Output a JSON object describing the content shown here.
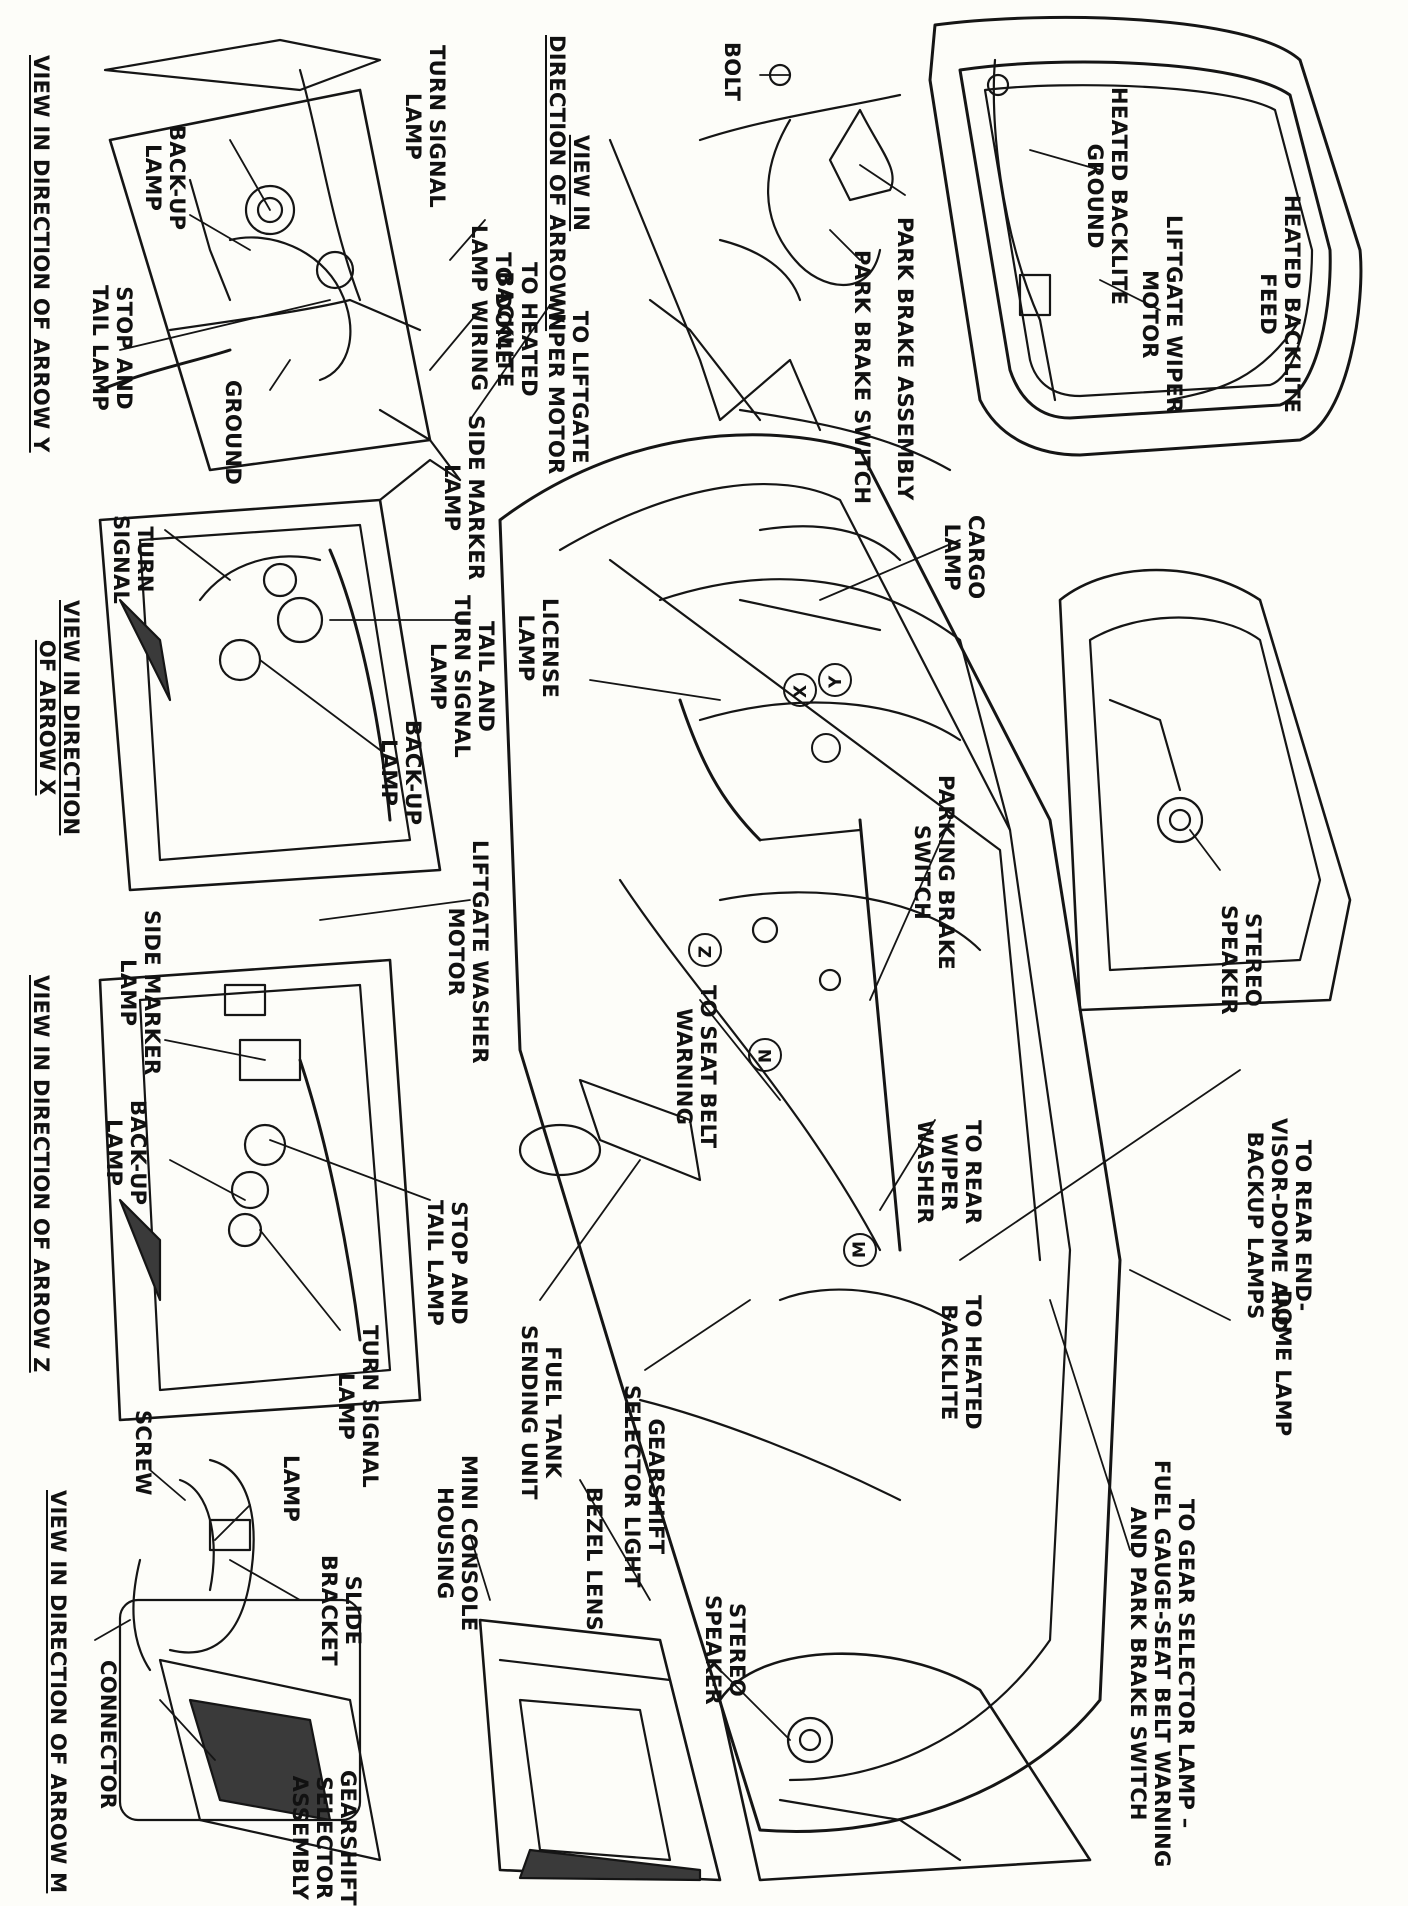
{
  "labels": {
    "heated_backlite_feed": [
      "HEATED BACKLITE",
      "FEED"
    ],
    "liftgate_wiper_motor": [
      "LIFTGATE WIPER",
      "MOTOR"
    ],
    "heated_backlite_ground": [
      "HEATED BACKLITE",
      "GROUND"
    ],
    "bolt": "BOLT",
    "park_brake_assembly": "PARK BRAKE ASSEMBLY",
    "park_brake_switch": "PARK BRAKE SWITCH",
    "view_in_direction_of_arrow_n": [
      "VIEW IN",
      "DIRECTION OF ARROW N"
    ],
    "to_dome_lamp_wiring": [
      "TO DOME",
      "LAMP WIRING"
    ],
    "to_heated_backlite": [
      "TO HEATED",
      "BACKLITE"
    ],
    "to_liftgate_wiper_motor": [
      "TO LIFTGATE",
      "WIPER MOTOR"
    ],
    "turn_signal_lamp_y": [
      "TURN SIGNAL",
      "LAMP"
    ],
    "back_up_lamp_y": [
      "BACK-UP",
      "LAMP"
    ],
    "stop_and_tail_lamp_y": [
      "STOP AND",
      "TAIL LAMP"
    ],
    "ground": "GROUND",
    "side_marker_lamp_n": [
      "SIDE MARKER",
      "LAMP"
    ],
    "view_in_direction_of_arrow_y": "VIEW IN DIRECTION OF ARROW Y",
    "cargo_lamp": [
      "CARGO",
      "LAMP"
    ],
    "license_lamp": [
      "LICENSE",
      "LAMP"
    ],
    "tail_and_turn_signal_lamp": [
      "TAIL AND",
      "TURN SIGNAL",
      "LAMP"
    ],
    "turn_signal_x": [
      "TURN",
      "SIGNAL"
    ],
    "back_up_lamp_x": [
      "BACK-UP",
      "LAMP"
    ],
    "view_in_direction_of_arrow_x": [
      "VIEW IN DIRECTION",
      "OF ARROW X"
    ],
    "parking_brake_switch": [
      "PARKING BRAKE",
      "SWITCH"
    ],
    "stereo_speaker_top": [
      "STEREO",
      "SPEAKER"
    ],
    "liftgate_washer_motor": [
      "LIFTGATE WASHER",
      "MOTOR"
    ],
    "side_marker_lamp_z": [
      "SIDE MARKER",
      "LAMP"
    ],
    "back_up_lamp_z": [
      "BACK-UP",
      "LAMP"
    ],
    "stop_and_tail_lamp_z": [
      "STOP AND",
      "TAIL LAMP"
    ],
    "turn_signal_lamp_z": [
      "TURN SIGNAL",
      "LAMP"
    ],
    "view_in_direction_of_arrow_z": "VIEW IN DIRECTION OF ARROW Z",
    "to_seat_belt_warning": [
      "TO SEAT BELT",
      "WARNING"
    ],
    "to_rear_wiper_washer": [
      "TO REAR",
      "WIPER",
      "WASHER"
    ],
    "to_rear_end_visor": [
      "TO REAR END-",
      "VISOR-DOME AND",
      "BACKUP LAMPS"
    ],
    "fuel_tank_sending_unit": [
      "FUEL TANK",
      "SENDING UNIT"
    ],
    "dome_lamp": "DOME LAMP",
    "to_heated_backlite_main": [
      "TO HEATED",
      "BACKLITE"
    ],
    "to_gear_selector_lamp": [
      "TO GEAR SELECTOR LAMP –",
      "FUEL GAUGE-SEAT BELT WARNING",
      "AND PARK BRAKE SWITCH"
    ],
    "gearshift_selector_light": [
      "GEARSHIFT",
      "SELECTOR LIGHT"
    ],
    "bezel_lens": "BEZEL LENS",
    "mini_console_housing": [
      "MINI CONSOLE",
      "HOUSING"
    ],
    "stereo_speaker_bottom": [
      "STEREO",
      "SPEAKER"
    ],
    "screw": "SCREW",
    "lamp": "LAMP",
    "slide_bracket": [
      "SLIDE",
      "BRACKET"
    ],
    "connector": "CONNECTOR",
    "gearshift_selector_assembly": [
      "GEARSHIFT",
      "SELECTOR",
      "ASSEMBLY"
    ],
    "view_in_direction_of_arrow_m": "VIEW IN DIRECTION OF ARROW M"
  },
  "arrow_markers": [
    "X",
    "Y",
    "Z",
    "N",
    "M"
  ]
}
